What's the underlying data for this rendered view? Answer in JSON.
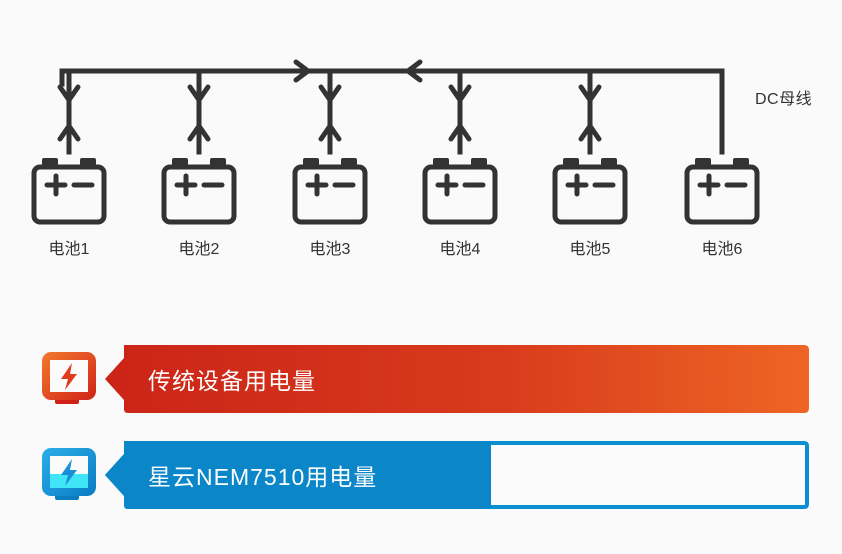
{
  "diagram": {
    "bus_label": "DC母线",
    "bus_label_icon": "dc-bus-line",
    "batteries": [
      {
        "label": "电池1",
        "icon": "battery-icon",
        "branch_arrows": "bidirectional"
      },
      {
        "label": "电池2",
        "icon": "battery-icon",
        "branch_arrows": "bidirectional"
      },
      {
        "label": "电池3",
        "icon": "battery-icon",
        "branch_arrows": "bidirectional"
      },
      {
        "label": "电池4",
        "icon": "battery-icon",
        "branch_arrows": "bidirectional"
      },
      {
        "label": "电池5",
        "icon": "battery-icon",
        "branch_arrows": "bidirectional"
      },
      {
        "label": "电池6",
        "icon": "battery-icon",
        "branch_arrows": "none"
      }
    ],
    "bus_flow_arrows": [
      "right",
      "left"
    ],
    "line_color": "#333333"
  },
  "comparison": {
    "rows": [
      {
        "label": "传统设备用电量",
        "icon": "device-bolt-icon-red",
        "fill_percent": 100,
        "color_start": "#cf2818",
        "color_end": "#ed6024",
        "icon_color_start": "#ef6a2a",
        "icon_color_end": "#d1261a",
        "bolt_color": "#e23a1c"
      },
      {
        "label": "星云NEM7510用电量",
        "icon": "device-bolt-icon-blue",
        "fill_percent": 55,
        "color_start": "#0b86c8",
        "color_end": "#0b86c8",
        "icon_color_start": "#2aa8e8",
        "icon_color_end": "#0b7fc4",
        "bolt_color": "#1a8fd6",
        "icon_fill_color": "#3fe4f5",
        "empty_fill": "#fafafa",
        "empty_border": "#0b95d6"
      }
    ]
  },
  "theme": {
    "background": "#fafafa",
    "text_color": "#333333"
  }
}
